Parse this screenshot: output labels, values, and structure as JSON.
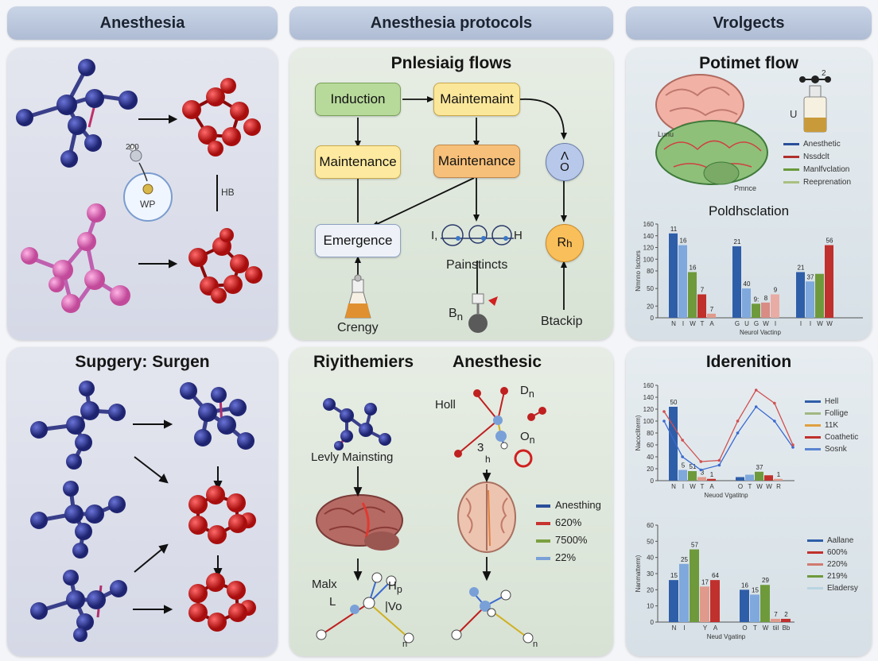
{
  "tabs": [
    "Anesthesia",
    "Anesthesia protocols",
    "Vrolgects"
  ],
  "p1": {
    "label_top": "200",
    "cell_label": "WP",
    "label_side": "HB"
  },
  "p2": {
    "title": "Pnlesiaig flows",
    "induction": "Induction",
    "maintemaint": "Maintemaint",
    "maintenance_left": "Maintenance",
    "maintenance_right": "Maintenance",
    "emergence": "Emergence",
    "circle_o_top": "Λ",
    "circle_o_bottom": "O",
    "circle_r": "R",
    "circle_r_sub": "h",
    "painstincts": "Painstincts",
    "mol_left": "I,",
    "mol_right": "H",
    "crengy": "Crengy",
    "bn": "B",
    "bn_sub": "n",
    "btackip": "Btackip"
  },
  "p3": {
    "title": "Potimet flow",
    "brain_label1": "Lunu",
    "brain_label2": "Pmnce",
    "flask_label": "U",
    "flask_top": "2",
    "legend": [
      {
        "label": "Anesthetic",
        "color": "#2a4f9a"
      },
      {
        "label": "Nssdclt",
        "color": "#b0302c"
      },
      {
        "label": "Manlfvclation",
        "color": "#6a9a3a"
      },
      {
        "label": "Reeprenation",
        "color": "#a8c080"
      }
    ]
  },
  "p4": {
    "title": "Supgery: Surgen"
  },
  "p5": {
    "title_left": "Riyithemiers",
    "title_right": "Anesthesic",
    "levy": "Levly Mainsting",
    "holl": "Holl",
    "dn": "D",
    "dn_sub": "n",
    "on": "O",
    "on_sub": "n",
    "three": "3",
    "h_sub": "h",
    "malx": "Malx",
    "l": "L",
    "h_label": "H",
    "h_label_sub": "p",
    "vo": "|Vo",
    "n_sub": "n",
    "n_sub2": "n",
    "legend": [
      {
        "label": "Anesthing",
        "color": "#2a4f9a"
      },
      {
        "label": "620%",
        "color": "#c8332e"
      },
      {
        "label": "7500%",
        "color": "#7aa040"
      },
      {
        "label": "22%",
        "color": "#7aa0d8"
      }
    ]
  },
  "p6": {
    "title": "Iderenition"
  },
  "chart_data": [
    {
      "type": "bar",
      "title": "Poldhsclation",
      "xlabel": "Neurol Vactinp",
      "ylabel": "Nmnno Isctors",
      "ylim": [
        0,
        160
      ],
      "yticks": [
        0,
        20,
        50,
        80,
        100,
        120,
        140,
        160
      ],
      "groups": [
        {
          "ticks": [
            "N",
            "I",
            "W",
            "T",
            "A"
          ],
          "values": [
            144,
            124,
            78,
            40,
            7
          ],
          "labels": [
            "11",
            "16",
            "16",
            "7",
            "7"
          ],
          "colors": [
            "#2f5ea8",
            "#7fa8dc",
            "#6e9a3c",
            "#c0302c",
            "#e09a8c"
          ]
        },
        {
          "ticks": [
            "G",
            "U",
            "G",
            "W",
            "I"
          ],
          "values": [
            122,
            50,
            24,
            26,
            40
          ],
          "labels": [
            "21",
            "40",
            "9:",
            "8",
            "9"
          ],
          "colors": [
            "#2f5ea8",
            "#7fa8dc",
            "#6e9a3c",
            "#d88c84",
            "#e8aca4"
          ]
        },
        {
          "ticks": [
            "I",
            "I",
            "W",
            "W"
          ],
          "values": [
            78,
            62,
            75,
            124
          ],
          "labels": [
            "21",
            "37",
            "",
            "56"
          ],
          "colors": [
            "#2f5ea8",
            "#7fa8dc",
            "#6e9a3c",
            "#c0302c"
          ]
        }
      ]
    },
    {
      "type": "bar",
      "title": "",
      "xlabel": "Neuod Vgatitnp",
      "ylabel": "Nacocliterm)",
      "ylim": [
        0,
        160
      ],
      "yticks": [
        0,
        20,
        40,
        60,
        80,
        100,
        120,
        140,
        160
      ],
      "groups": [
        {
          "ticks": [
            "N",
            "I",
            "W",
            "T",
            "A"
          ],
          "values": [
            124,
            18,
            16,
            6,
            3
          ],
          "labels": [
            "50",
            "5",
            "51",
            "3",
            "1"
          ],
          "colors": [
            "#2f5ea8",
            "#7fa8dc",
            "#6e9a3c",
            "#e09a8c",
            "#c0302c"
          ]
        },
        {
          "ticks": [
            "O",
            "T",
            "W",
            "W",
            "R"
          ],
          "values": [
            6,
            10,
            15,
            9,
            3
          ],
          "labels": [
            "",
            "",
            "37",
            "",
            "1"
          ],
          "colors": [
            "#2f5ea8",
            "#7fa8dc",
            "#6e9a3c",
            "#c0302c",
            "#e09a8c"
          ]
        }
      ],
      "series": [
        {
          "name": "",
          "color": "#3a6ad0",
          "values": [
            100,
            40,
            18,
            26,
            80,
            124,
            100,
            56
          ]
        },
        {
          "name": "",
          "color": "#d05050",
          "values": [
            116,
            68,
            32,
            34,
            100,
            152,
            130,
            60
          ]
        }
      ],
      "legend": [
        {
          "label": "Hell",
          "color": "#2f5ea8"
        },
        {
          "label": "Follige",
          "color": "#a0b880"
        },
        {
          "label": "11K",
          "color": "#e0a040"
        },
        {
          "label": "Coathetic",
          "color": "#c0302c"
        },
        {
          "label": "Sosnk",
          "color": "#5a84d0"
        }
      ]
    },
    {
      "type": "bar",
      "title": "",
      "xlabel": "Neud Vgatinp",
      "ylabel": "Nanmatterm)",
      "ylim": [
        0,
        60
      ],
      "yticks": [
        0,
        10,
        20,
        30,
        40,
        50,
        60
      ],
      "groups": [
        {
          "ticks": [
            "N",
            "I",
            "",
            "Y",
            "A"
          ],
          "values": [
            26,
            36,
            45,
            22,
            26
          ],
          "labels": [
            "15",
            "25",
            "57",
            "17",
            "64"
          ],
          "colors": [
            "#2f5ea8",
            "#7fa8dc",
            "#6e9a3c",
            "#e09a8c",
            "#c0302c"
          ]
        },
        {
          "ticks": [
            "O",
            "T",
            "W",
            "tiil",
            "Bb"
          ],
          "values": [
            20,
            17,
            23,
            2,
            2
          ],
          "labels": [
            "16",
            "15",
            "29",
            "7",
            "2"
          ],
          "colors": [
            "#2f5ea8",
            "#7fa8dc",
            "#6e9a3c",
            "#e09a8c",
            "#c0302c"
          ]
        }
      ],
      "legend": [
        {
          "label": "Aallane",
          "color": "#2f5ea8"
        },
        {
          "label": "600%",
          "color": "#c0302c"
        },
        {
          "label": "220%",
          "color": "#d07a70"
        },
        {
          "label": "219%",
          "color": "#6e9a3c"
        },
        {
          "label": "Eladersy",
          "color": "#b8d4e0"
        }
      ]
    }
  ]
}
